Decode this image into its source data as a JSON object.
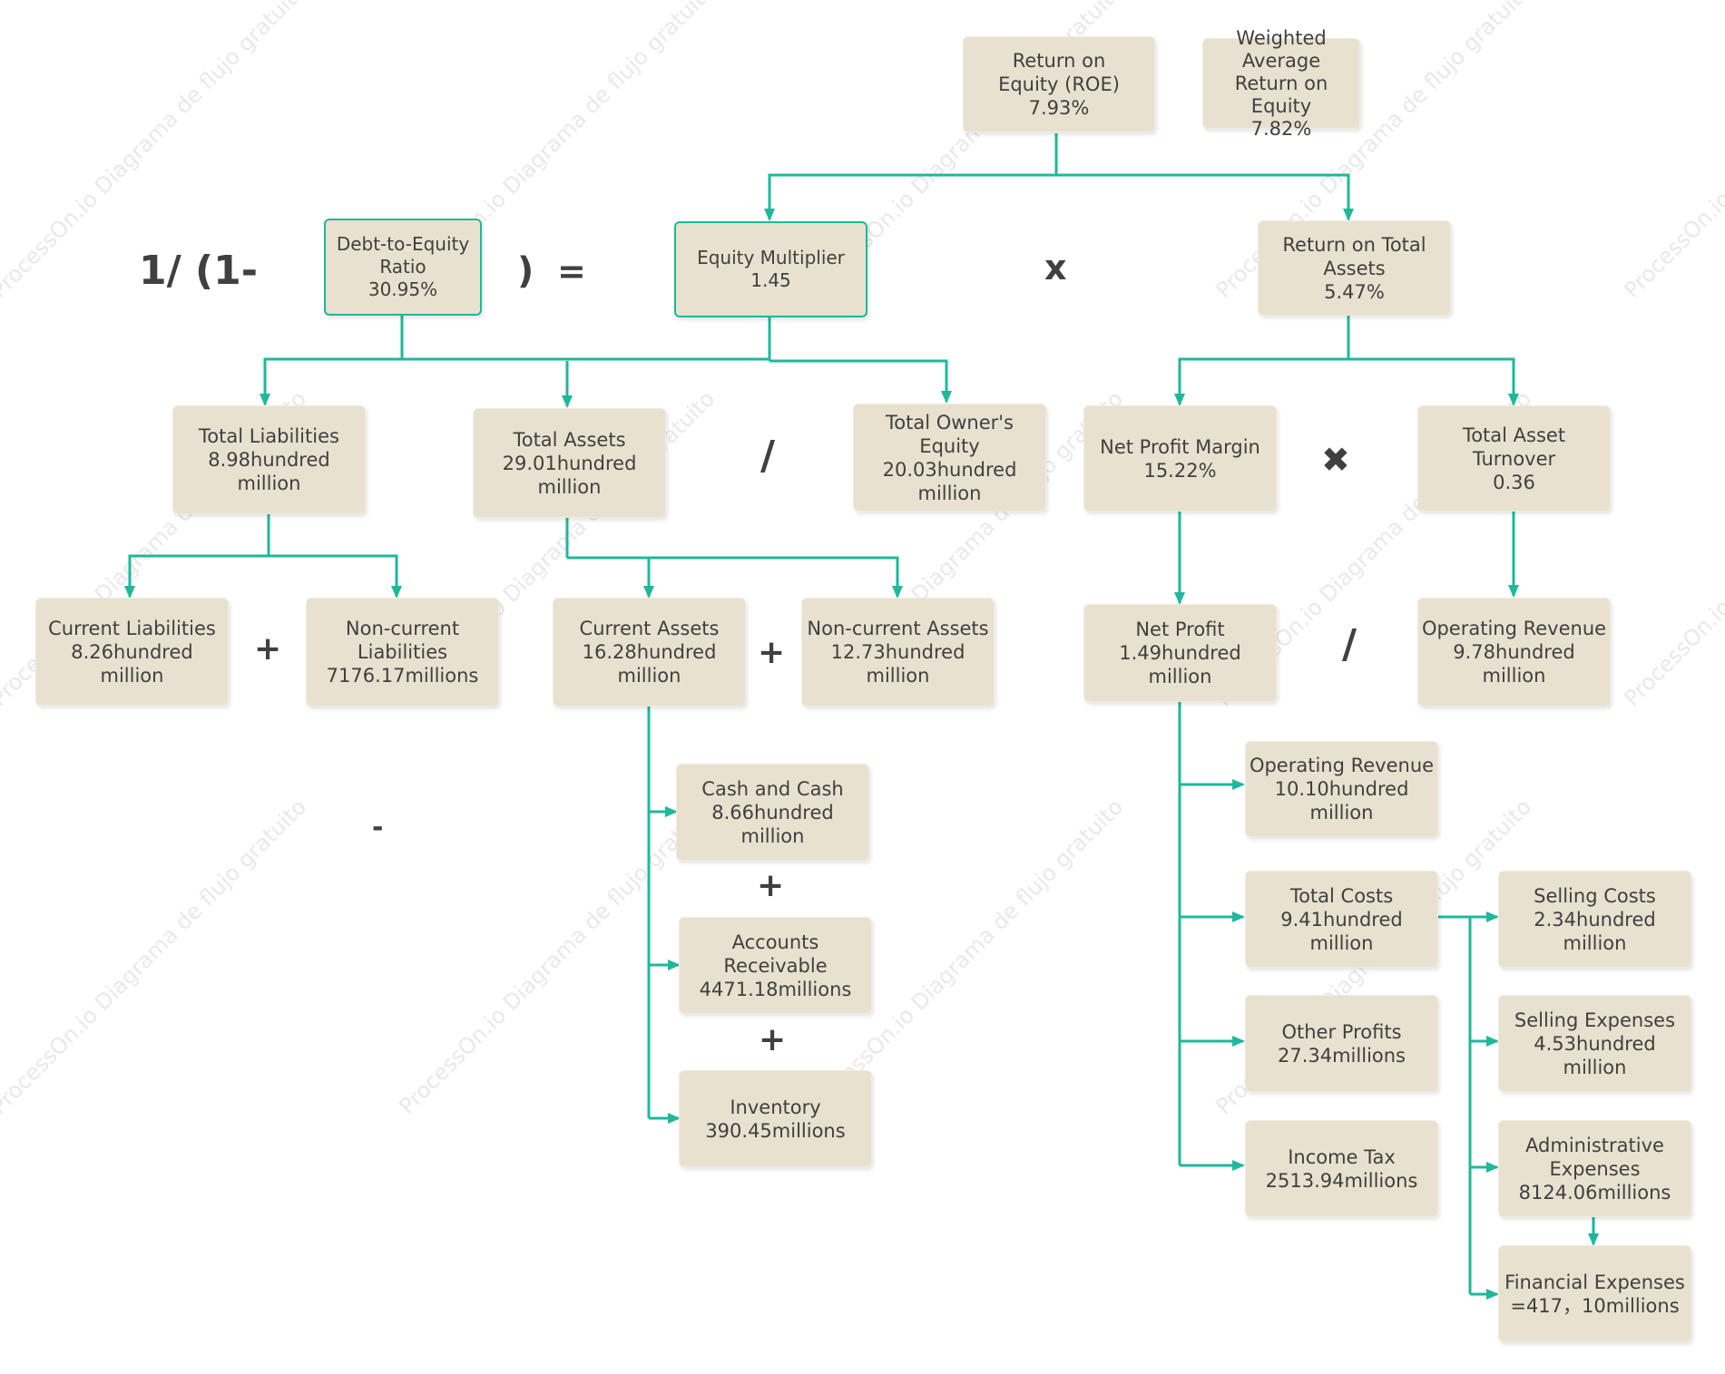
{
  "nodes": {
    "roe": {
      "title": "Return on Equity (ROE)",
      "value": "7.93%"
    },
    "weighted_roe": {
      "title": "Weighted Average Return on Equity",
      "value": "7.82%"
    },
    "debt_to_equity": {
      "title": "Debt-to-Equity Ratio",
      "value": "30.95%"
    },
    "equity_multiplier": {
      "title": "Equity Multiplier",
      "value": "1.45"
    },
    "return_on_total_assets": {
      "title": "Return on Total Assets",
      "value": "5.47%"
    },
    "total_liabilities": {
      "title": "Total Liabilities",
      "value": "8.98hundred million"
    },
    "total_assets": {
      "title": "Total Assets",
      "value": "29.01hundred million"
    },
    "total_owners_equity": {
      "title": "Total Owner's Equity",
      "value": "20.03hundred million"
    },
    "net_profit_margin": {
      "title": "Net Profit Margin",
      "value": "15.22%"
    },
    "total_asset_turnover": {
      "title": "Total Asset Turnover",
      "value": "0.36"
    },
    "current_liabilities": {
      "title": "Current Liabilities",
      "value": "8.26hundred million"
    },
    "noncurrent_liabilities": {
      "title": "Non-current Liabilities",
      "value": "7176.17millions"
    },
    "current_assets": {
      "title": "Current Assets",
      "value": "16.28hundred million"
    },
    "noncurrent_assets": {
      "title": "Non-current Assets",
      "value": "12.73hundred million"
    },
    "net_profit": {
      "title": "Net Profit",
      "value": "1.49hundred million"
    },
    "operating_revenue_right": {
      "title": "Operating Revenue",
      "value": "9.78hundred million"
    },
    "cash": {
      "title": "Cash and Cash",
      "value": "8.66hundred million"
    },
    "accounts_receivable": {
      "title": "Accounts Receivable",
      "value": "4471.18millions"
    },
    "inventory": {
      "title": "Inventory",
      "value": "390.45millions"
    },
    "operating_revenue_sub": {
      "title": "Operating Revenue",
      "value": "10.10hundred million"
    },
    "total_costs": {
      "title": "Total Costs",
      "value": "9.41hundred million"
    },
    "other_profits": {
      "title": "Other Profits",
      "value": "27.34millions"
    },
    "income_tax": {
      "title": "Income Tax",
      "value": "2513.94millions"
    },
    "selling_costs": {
      "title": "Selling Costs",
      "value": "2.34hundred million"
    },
    "selling_expenses": {
      "title": "Selling Expenses",
      "value": "4.53hundred million"
    },
    "administrative_expenses": {
      "title": "Administrative Expenses",
      "value": "8124.06millions"
    },
    "financial_expenses": {
      "title": "Financial Expenses",
      "value": "=417，10millions"
    }
  },
  "operators": {
    "formula_prefix": "1/  (1-",
    "close_paren": ")",
    "equals": "=",
    "times": "x",
    "divide_assets_equity": "/",
    "multiply_heavy": "✖",
    "plus_liabilities": "+",
    "plus_assets": "+",
    "divide_profit_revenue": "/",
    "minus": "-",
    "plus_cash_ar": "+",
    "plus_ar_inventory": "+"
  },
  "watermark": "ProcessOn.io Diagrama de flujo gratuito",
  "colors": {
    "connector": "#1fb89a",
    "node_fill": "#e8e1cf",
    "text": "#404040"
  }
}
